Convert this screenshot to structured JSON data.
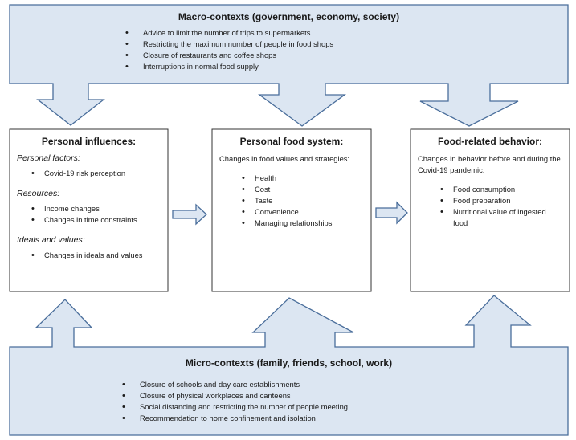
{
  "macro": {
    "title": "Macro-contexts (government, economy, society)",
    "items": [
      "Advice to limit the number of trips to supermarkets",
      "Restricting the maximum number of people in food shops",
      "Closure of restaurants and coffee shops",
      "Interruptions in normal food supply"
    ]
  },
  "personal_influences": {
    "title": "Personal influences:",
    "factors_heading": "Personal factors:",
    "factors": [
      "Covid-19 risk perception"
    ],
    "resources_heading": "Resources:",
    "resources": [
      "Income changes",
      "Changes in time constraints"
    ],
    "ideals_heading": "Ideals and values:",
    "ideals": [
      "Changes in ideals and values"
    ]
  },
  "personal_food_system": {
    "title": "Personal food system:",
    "intro": "Changes in food values and strategies:",
    "items": [
      "Health",
      "Cost",
      "Taste",
      "Convenience",
      "Managing relationships"
    ]
  },
  "food_behavior": {
    "title": "Food-related behavior:",
    "intro": "Changes in behavior before and during the Covid-19 pandemic:",
    "items": [
      "Food consumption",
      "Food preparation",
      "Nutritional value of ingested food"
    ]
  },
  "micro": {
    "title": "Micro-contexts (family, friends, school, work)",
    "items": [
      "Closure of schools and day care establishments",
      "Closure of physical workplaces and canteens",
      "Social distancing and restricting the number of people meeting",
      "Recommendation to home confinement and isolation"
    ]
  },
  "colors": {
    "fill": "#dce6f2",
    "stroke": "#4a6e9b",
    "box_stroke": "#333333"
  }
}
